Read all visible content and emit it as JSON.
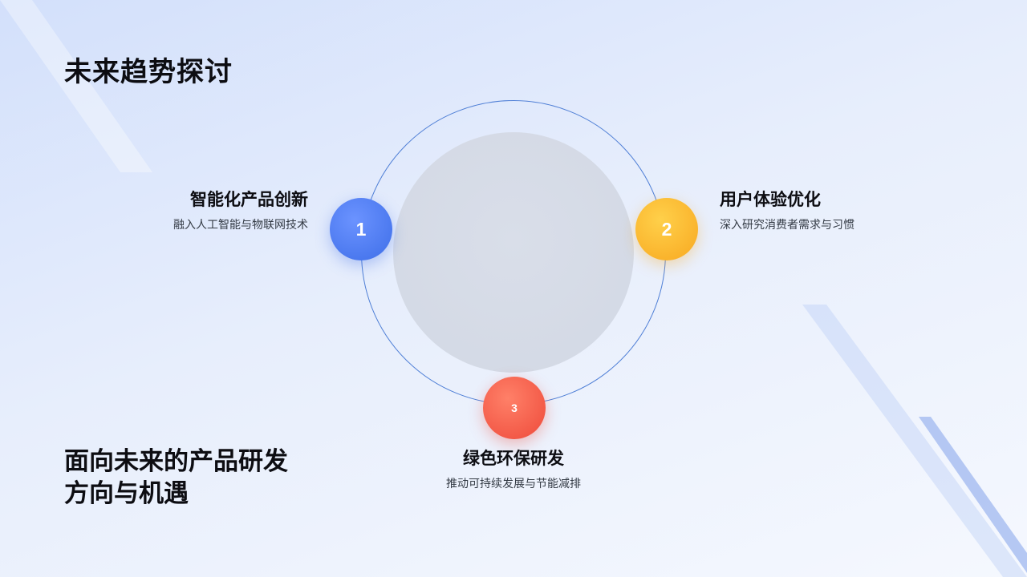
{
  "title": "未来趋势探讨",
  "subtitle": {
    "line1": "面向未来的产品研发",
    "line2": "方向与机遇"
  },
  "items": [
    {
      "number": "1",
      "heading": "智能化产品创新",
      "description": "融入人工智能与物联网技术",
      "color": "#4a78f0"
    },
    {
      "number": "2",
      "heading": "用户体验优化",
      "description": "深入研究消费者需求与习惯",
      "color": "#fbb52c"
    },
    {
      "number": "3",
      "heading": "绿色环保研发",
      "description": "推动可持续发展与节能减排",
      "color": "#f25a46"
    }
  ],
  "colors": {
    "ring": "#4f7fd6",
    "core": "#d5dbe6",
    "background": "#e4ecfc"
  }
}
